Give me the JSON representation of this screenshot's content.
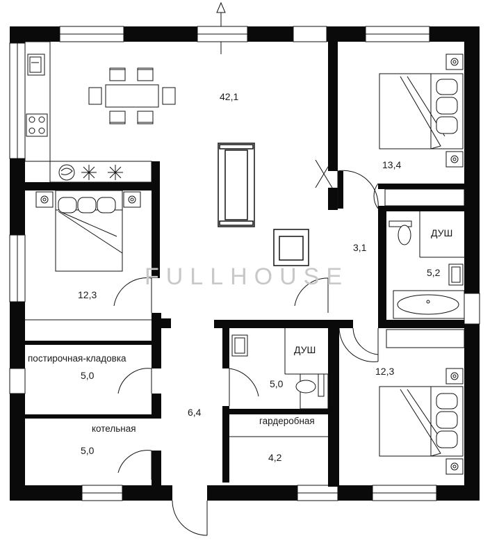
{
  "rooms": [
    {
      "id": "living",
      "area": "42,1"
    },
    {
      "id": "bedroom-ne",
      "area": "13,4"
    },
    {
      "id": "bedroom-w",
      "area": "12,3"
    },
    {
      "id": "hall-east",
      "area": "3,1"
    },
    {
      "id": "bathroom-ne",
      "name": "ДУШ",
      "area": "5,2"
    },
    {
      "id": "pantry",
      "name": "постирочная-кладовка",
      "area": "5,0"
    },
    {
      "id": "boiler",
      "name": "котельная",
      "area": "5,0"
    },
    {
      "id": "hall-center",
      "area": "6,4"
    },
    {
      "id": "bathroom-c",
      "name": "ДУШ",
      "area": "5,0"
    },
    {
      "id": "wardrobe",
      "name": "гардеробная",
      "area": "4,2"
    },
    {
      "id": "bedroom-se",
      "area": "12,3"
    }
  ],
  "watermark": "FULLHOUSE",
  "colors": {
    "wall": "#0a0a0a",
    "line": "#111111",
    "background": "#ffffff",
    "watermark": "#c8c8c8"
  },
  "icons": [
    "north-arrow-icon",
    "sink-icon",
    "stove-icon",
    "snowflake-icon",
    "bed-icon",
    "lamp-icon",
    "sofa-icon",
    "armchair-icon",
    "toilet-icon",
    "bathtub-icon",
    "dining-table-icon"
  ]
}
